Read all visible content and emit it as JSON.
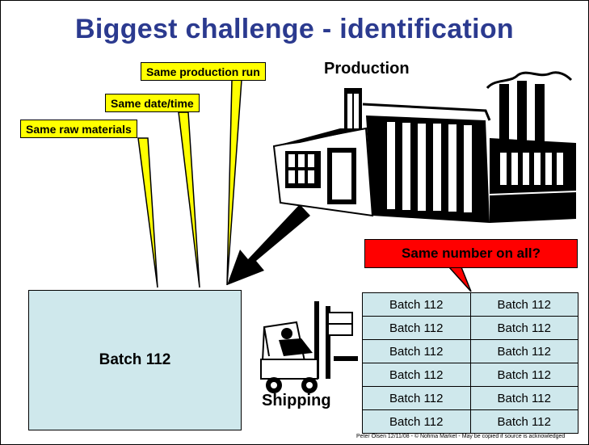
{
  "title": "Biggest challenge - identification",
  "callouts": {
    "production_run": "Same production run",
    "date_time": "Same date/time",
    "raw_materials": "Same raw materials",
    "same_number": "Same number on all?"
  },
  "labels": {
    "production": "Production",
    "shipping": "Shipping"
  },
  "batch_box": {
    "label": "Batch 112"
  },
  "batch_table": [
    [
      "Batch 112",
      "Batch 112"
    ],
    [
      "Batch 112",
      "Batch 112"
    ],
    [
      "Batch 112",
      "Batch 112"
    ],
    [
      "Batch 112",
      "Batch 112"
    ],
    [
      "Batch 112",
      "Batch 112"
    ],
    [
      "Batch 112",
      "Batch 112"
    ]
  ],
  "footer": "Peter Olsen 12/11/08 - © Nofima Market - May be copied if source is acknowledged",
  "colors": {
    "title": "#2b3a8f",
    "callout_yellow": "#ffff00",
    "callout_red": "#ff0000",
    "batch_fill": "#cfe8ec"
  },
  "icons": [
    "factory-icon",
    "forklift-icon",
    "arrow-icon"
  ]
}
